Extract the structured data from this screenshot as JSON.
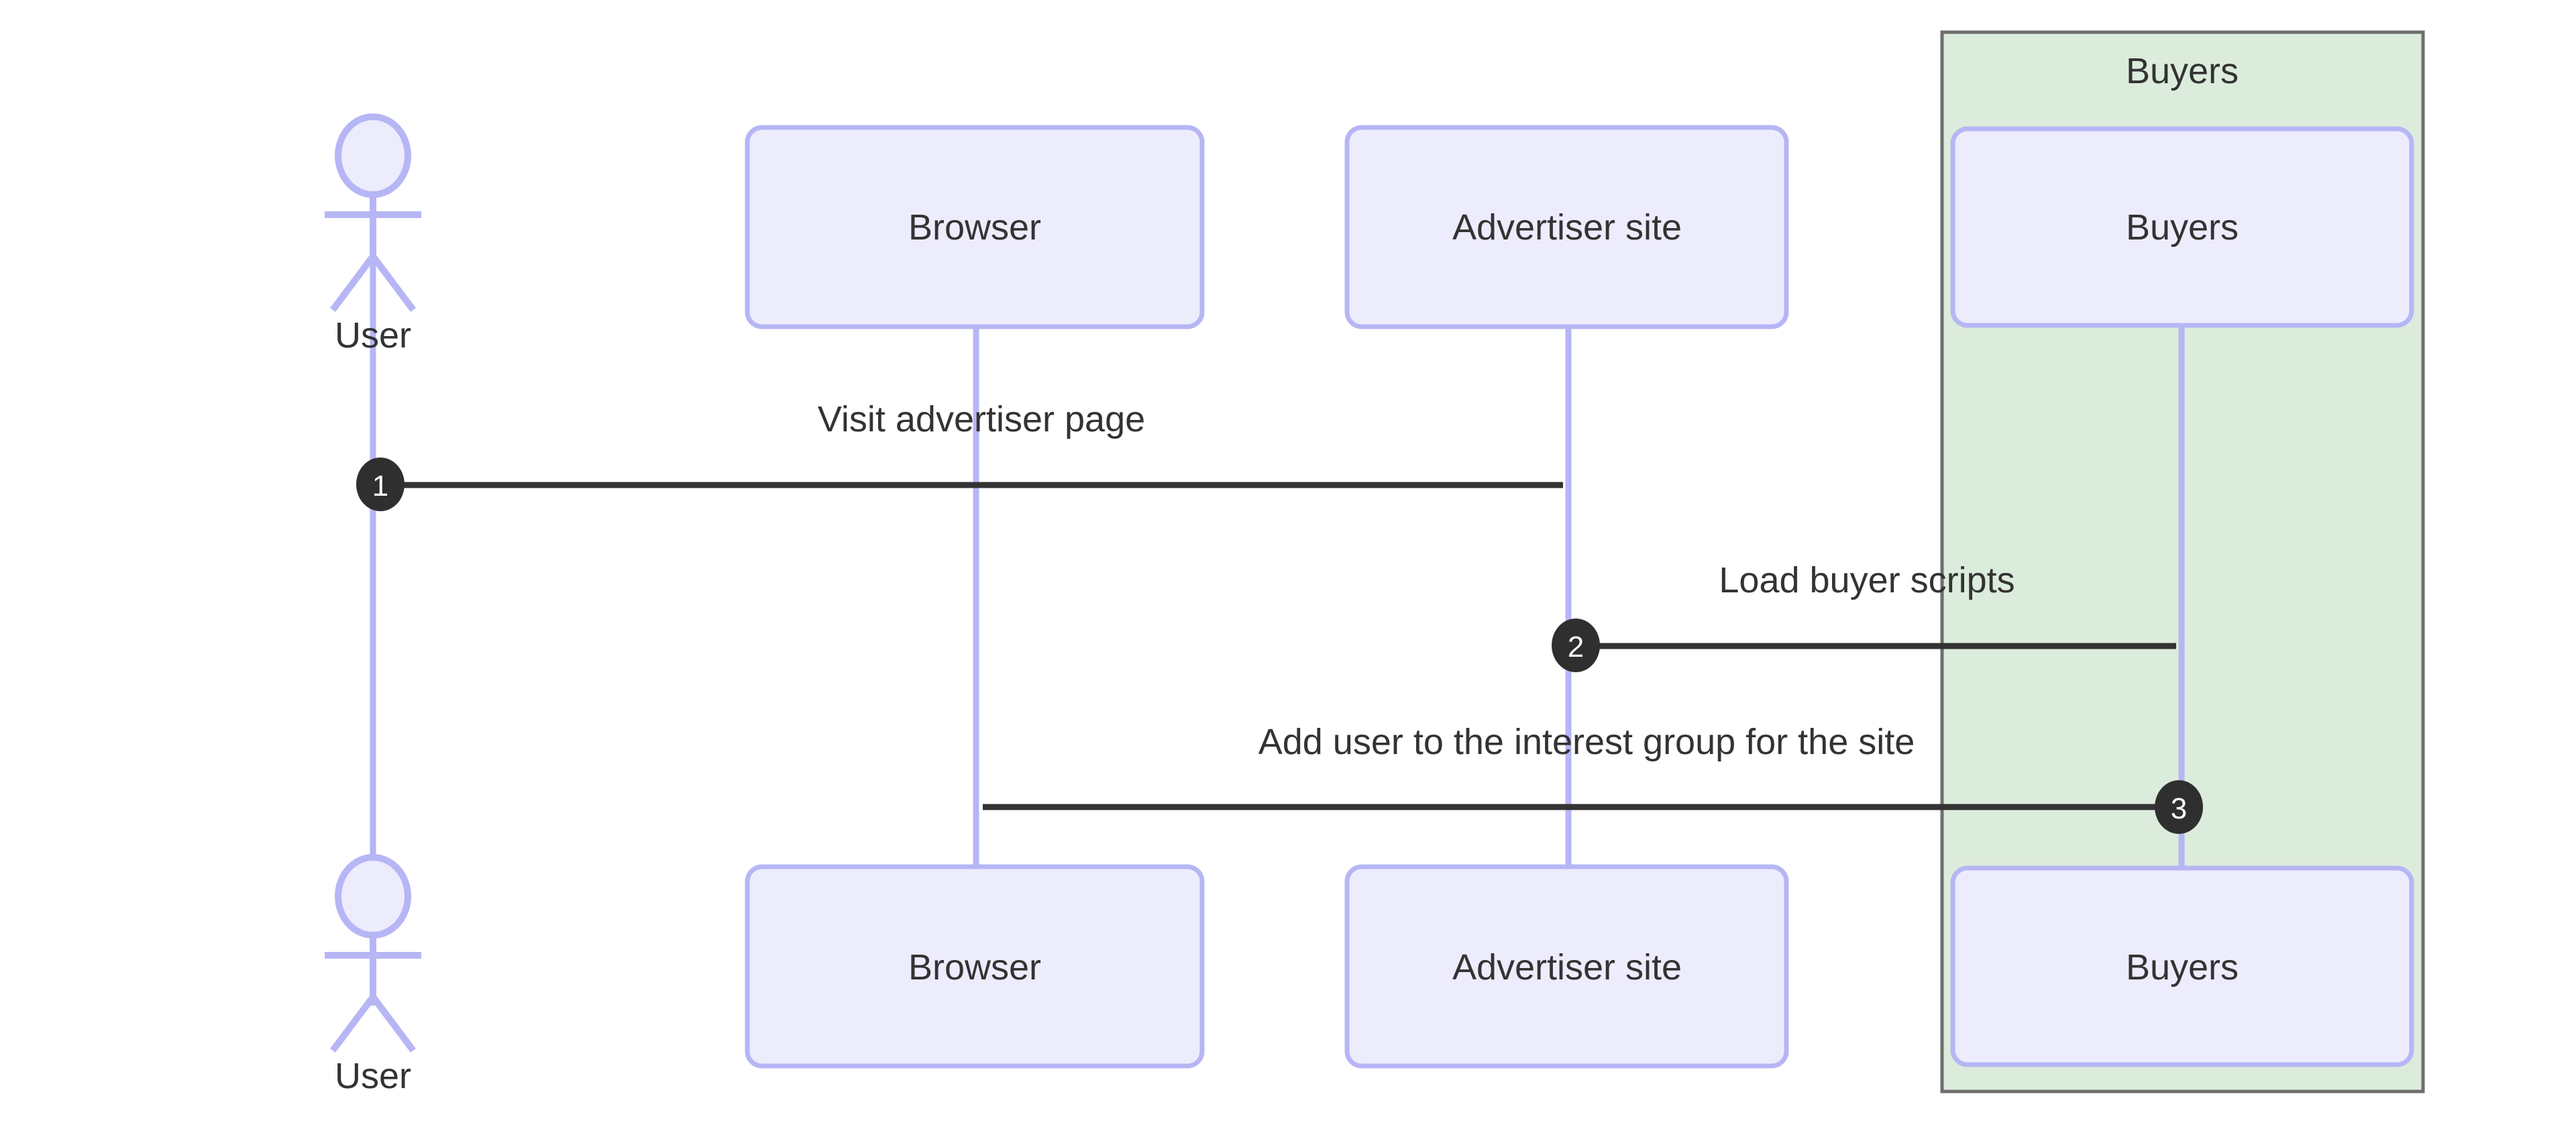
{
  "diagram": {
    "type": "sequence-diagram",
    "background_color": "#ffffff",
    "colors": {
      "participant_fill": "#ececfd",
      "participant_stroke": "#b6b6f5",
      "lifeline_stroke": "#b6b6f5",
      "group_box_fill": "#dcecdc",
      "group_box_stroke": "#6e6e6e",
      "arrow_color": "#333333",
      "text_color": "#333333",
      "badge_fill": "#2f2f2f",
      "badge_text": "#ffffff"
    },
    "group_box": {
      "title": "Buyers",
      "contains": [
        "Buyers"
      ]
    },
    "actors": [
      {
        "id": "user",
        "label": "User",
        "shape": "stick-figure"
      }
    ],
    "participants": [
      {
        "id": "browser",
        "label": "Browser",
        "shape": "rounded-rect"
      },
      {
        "id": "advertiser",
        "label": "Advertiser site",
        "shape": "rounded-rect"
      },
      {
        "id": "buyers",
        "label": "Buyers",
        "shape": "rounded-rect"
      }
    ],
    "participants_bottom": [
      {
        "id": "user-bottom",
        "label": "User",
        "shape": "stick-figure"
      },
      {
        "id": "browser-bottom",
        "label": "Browser",
        "shape": "rounded-rect"
      },
      {
        "id": "advertiser-bottom",
        "label": "Advertiser site",
        "shape": "rounded-rect"
      },
      {
        "id": "buyers-bottom",
        "label": "Buyers",
        "shape": "rounded-rect"
      }
    ],
    "messages": [
      {
        "number": "1",
        "label": "Visit advertiser page",
        "from": "user",
        "to": "advertiser",
        "direction": "right",
        "arrow": "solid-filled"
      },
      {
        "number": "2",
        "label": "Load buyer scripts",
        "from": "advertiser",
        "to": "buyers",
        "direction": "right",
        "arrow": "solid-filled"
      },
      {
        "number": "3",
        "label": "Add user to the interest group for the site",
        "from": "buyers",
        "to": "browser",
        "direction": "left",
        "arrow": "solid-filled"
      }
    ]
  }
}
